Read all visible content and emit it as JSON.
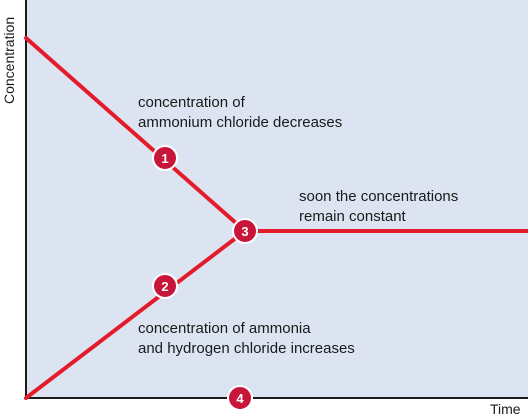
{
  "axes": {
    "y_label": "Concentration",
    "x_label": "Time"
  },
  "annotations": {
    "decrease": [
      "concentration of",
      "ammonium chloride decreases"
    ],
    "constant": [
      "soon the concentrations",
      "remain constant"
    ],
    "increase": [
      "concentration of ammonia",
      "and hydrogen chloride increases"
    ]
  },
  "markers": [
    "1",
    "2",
    "3",
    "4"
  ],
  "colors": {
    "plot_background": "#dce4f2",
    "line": "#e31b2a",
    "marker_fill": "#c8163a",
    "marker_stroke": "#ffffff",
    "axis": "#1a1a1a"
  }
}
